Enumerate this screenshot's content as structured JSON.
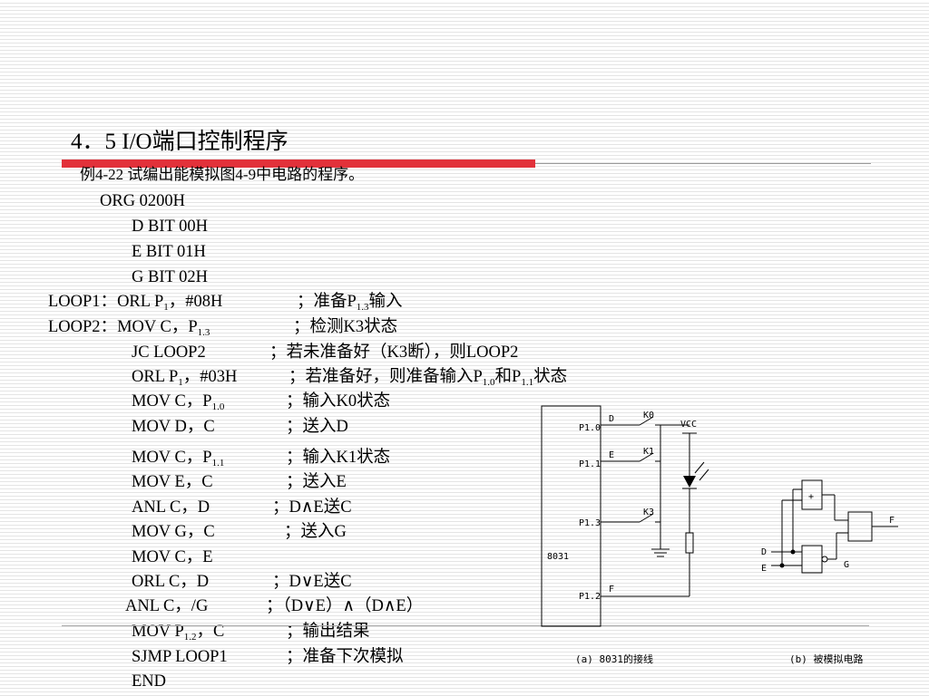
{
  "slide": {
    "title": "4．5  I/O端口控制程序",
    "example": "例4-22  试编出能模拟图4-9中电路的程序。"
  },
  "code": {
    "org": "ORG 0200H",
    "d_bit": "D BIT 00H",
    "e_bit": "E BIT 01H",
    "g_bit": "G BIT 02H",
    "loop1_label": "LOOP1：",
    "loop1_instr": "ORL P",
    "loop1_sub": "1",
    "loop1_operand": "，#08H",
    "loop1_comment": "；准备P",
    "loop1_comment_sub": "1.3",
    "loop1_comment_end": "输入",
    "loop2_label": "LOOP2：",
    "loop2_instr": "MOV C，P",
    "loop2_sub": "1.3",
    "loop2_comment": "；检测K3状态",
    "jc_instr": "JC LOOP2",
    "jc_comment": "；若未准备好（K3断），则LOOP2",
    "orl03_instr": "ORL P",
    "orl03_sub": "1",
    "orl03_operand": "，#03H",
    "orl03_comment": "；若准备好，则准备输入P",
    "orl03_comment_sub1": "1.0",
    "orl03_comment_mid": "和P",
    "orl03_comment_sub2": "1.1",
    "orl03_comment_end": "状态",
    "movc10_instr": "MOV C，P",
    "movc10_sub": "1.0",
    "movc10_comment": "；输入K0状态",
    "movd_instr": "MOV D，C",
    "movd_comment": "；送入D",
    "movc11_instr": "MOV C，P",
    "movc11_sub": "1.1",
    "movc11_comment": "；输入K1状态",
    "move_instr": "MOV E，C",
    "move_comment": "；送入E",
    "anld_instr": "ANL C，D",
    "anld_comment": "；D∧E送C",
    "movg_instr": "MOV G，C",
    "movg_comment": "；送入G",
    "movce_instr": "MOV C，E",
    "orld_instr": "ORL C，D",
    "orld_comment": "；D∨E送C",
    "anlg_instr": "ANL C，/G",
    "anlg_comment": "；（D∨E）∧（D∧E）",
    "movp12_instr": "MOV P",
    "movp12_sub": "1.2",
    "movp12_operand": "，C",
    "movp12_comment": "；输出结果",
    "sjmp_instr": "SJMP LOOP1",
    "sjmp_comment": "；准备下次模拟",
    "end": "END"
  },
  "figure": {
    "chip": "8031",
    "pins": [
      "P1.0",
      "P1.1",
      "P1.3",
      "P1.2"
    ],
    "signals": [
      "D",
      "E",
      "F"
    ],
    "switches": [
      "K0",
      "K1",
      "K3"
    ],
    "vcc": "VCC",
    "caption_a": "(a) 8031的接线",
    "gate_plus": "+",
    "logic_labels": [
      "D",
      "E",
      "G",
      "F"
    ],
    "caption_b": "(b) 被模拟电路"
  }
}
